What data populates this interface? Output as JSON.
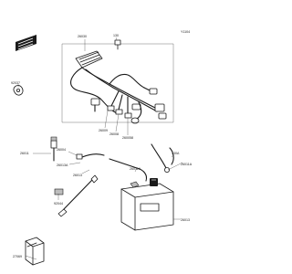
{
  "ref_number": "Y1104",
  "parts": {
    "main_harness": "26030",
    "bolt_top": "130",
    "clamp": "92037",
    "junction_lead": "26011",
    "harness_branch_a": "26009",
    "harness_branch_b": "26008",
    "harness_branch_c": "260058",
    "cable_left": "26004",
    "cable_left_b": "26013A",
    "cable_left_c": "26013",
    "terminal_cap": "92044",
    "boot_cover": "27069",
    "battery": "26013",
    "lead_a": "26011A",
    "lead_b": "26011A",
    "bolt_right": "130A"
  }
}
